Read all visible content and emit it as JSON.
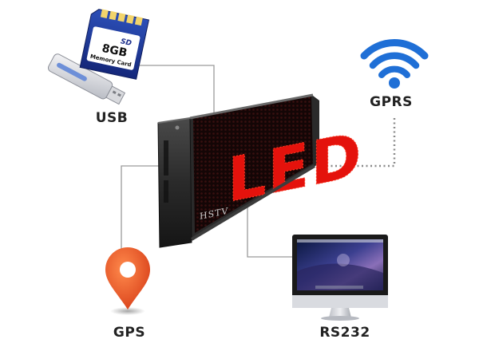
{
  "nodes": {
    "usb": {
      "label": "USB"
    },
    "gprs": {
      "label": "GPRS"
    },
    "gps": {
      "label": "GPS"
    },
    "rs232": {
      "label": "RS232"
    }
  },
  "sign": {
    "text": "LED",
    "brand": "HSTV",
    "led_color": "#e4120c"
  },
  "sd_card": {
    "capacity": "8GB",
    "line": "Memory Card",
    "logo": "SD"
  },
  "colors": {
    "gprs_blue": "#1f6fd6",
    "gps_orange": "#ec5a2c",
    "connector_line": "#9a9a9a"
  }
}
